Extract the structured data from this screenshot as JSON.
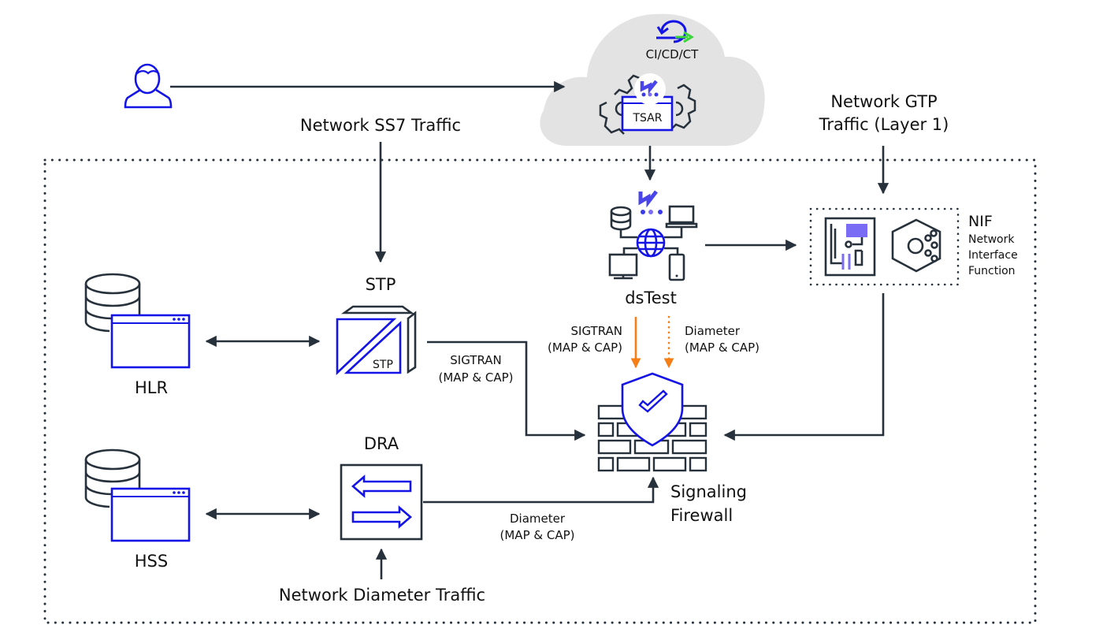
{
  "colors": {
    "line": "#27313b",
    "icon_blue": "#1414e6",
    "accent_orange": "#f57e16",
    "accent_green": "#39d43a",
    "cloud_gray": "#e3e3e3",
    "logo_purple": "#7a6cf5"
  },
  "cloud": {
    "cicd_label": "CI/CD/CT",
    "tsar_label": "TSAR"
  },
  "labels": {
    "ss7_traffic": "Network SS7 Traffic",
    "gtp_traffic_line1": "Network GTP",
    "gtp_traffic_line2": "Traffic (Layer 1)",
    "diameter_traffic": "Network Diameter Traffic"
  },
  "nodes": {
    "user": {
      "icon": "user-icon"
    },
    "dstest": {
      "label": "dsTest"
    },
    "nif": {
      "title": "NIF",
      "sub1": "Network",
      "sub2": "Interface",
      "sub3": "Function"
    },
    "hlr": {
      "label": "HLR"
    },
    "hss": {
      "label": "HSS"
    },
    "stp": {
      "label": "STP",
      "inner_label": "STP"
    },
    "dra": {
      "label": "DRA"
    },
    "firewall": {
      "label_line1": "Signaling",
      "label_line2": "Firewall"
    }
  },
  "edges": {
    "stp_to_fw": {
      "line1": "SIGTRAN",
      "line2": "(MAP & CAP)"
    },
    "dstest_sigtran": {
      "line1": "SIGTRAN",
      "line2": "(MAP & CAP)"
    },
    "dstest_diameter": {
      "line1": "Diameter",
      "line2": "(MAP & CAP)"
    },
    "dra_to_fw": {
      "line1": "Diameter",
      "line2": "(MAP & CAP)"
    }
  }
}
